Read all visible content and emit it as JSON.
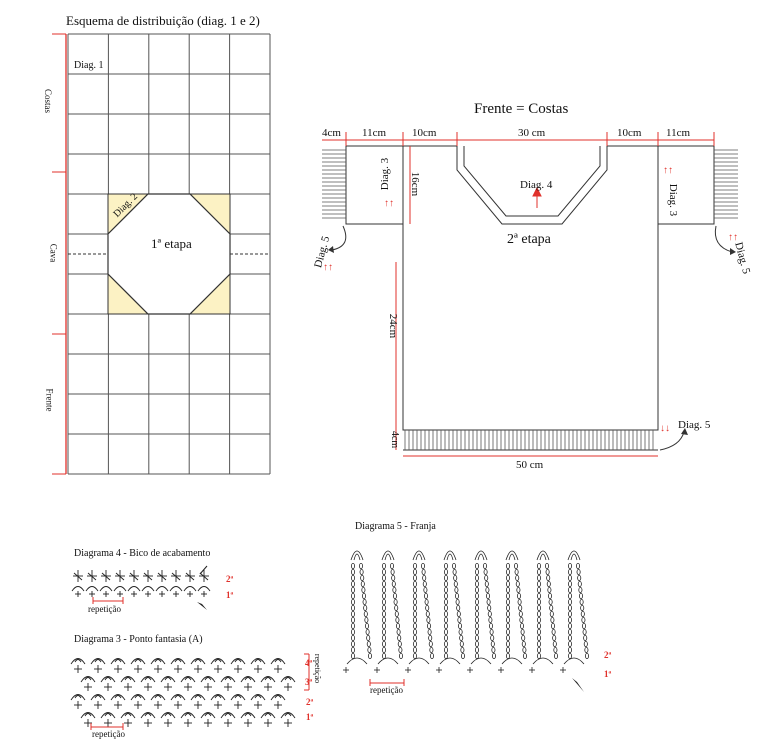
{
  "scheme": {
    "title": "Esquema de distribuição (diag. 1 e 2)",
    "diag1": "Diag. 1",
    "diag2": "Diag. 2",
    "stage": "1ª etapa",
    "side_costas": "Costas",
    "side_cava": "Cava",
    "side_frente": "Frente",
    "colors": {
      "line": "#333333",
      "accent": "#e0312b",
      "fill": "#fcf2c4"
    }
  },
  "garment": {
    "title": "Frente = Costas",
    "dims": {
      "d4cm_left": "4cm",
      "d11cm_left": "11cm",
      "d10cm_left": "10cm",
      "d30cm": "30 cm",
      "d10cm_right": "10cm",
      "d11cm_right": "11cm",
      "d16cm": "16cm",
      "d24cm": "24cm",
      "d4cm_bottom": "4cm",
      "d50cm": "50 cm"
    },
    "diag3_left": "Diag. 3",
    "diag3_right": "Diag. 3",
    "diag4": "Diag. 4",
    "diag5_left": "Diag. 5",
    "diag5_right": "Diag. 5",
    "diag5_bottom": "Diag. 5",
    "stage": "2ª etapa",
    "arrows": "↑↑",
    "arrows_down": "↓↓"
  },
  "diagram4": {
    "title": "Diagrama 4 - Bico de acabamento",
    "row2": "2ª",
    "row1": "1ª",
    "repeat": "repetição"
  },
  "diagram3": {
    "title": "Diagrama 3 - Ponto fantasia (A)",
    "row4": "4ª",
    "row3": "3ª",
    "row2": "2ª",
    "row1": "1ª",
    "repeat_side": "repetição",
    "repeat": "repetição"
  },
  "diagram5": {
    "title": "Diagrama 5 - Franja",
    "row2": "2ª",
    "row1": "1ª",
    "repeat": "repetição"
  }
}
